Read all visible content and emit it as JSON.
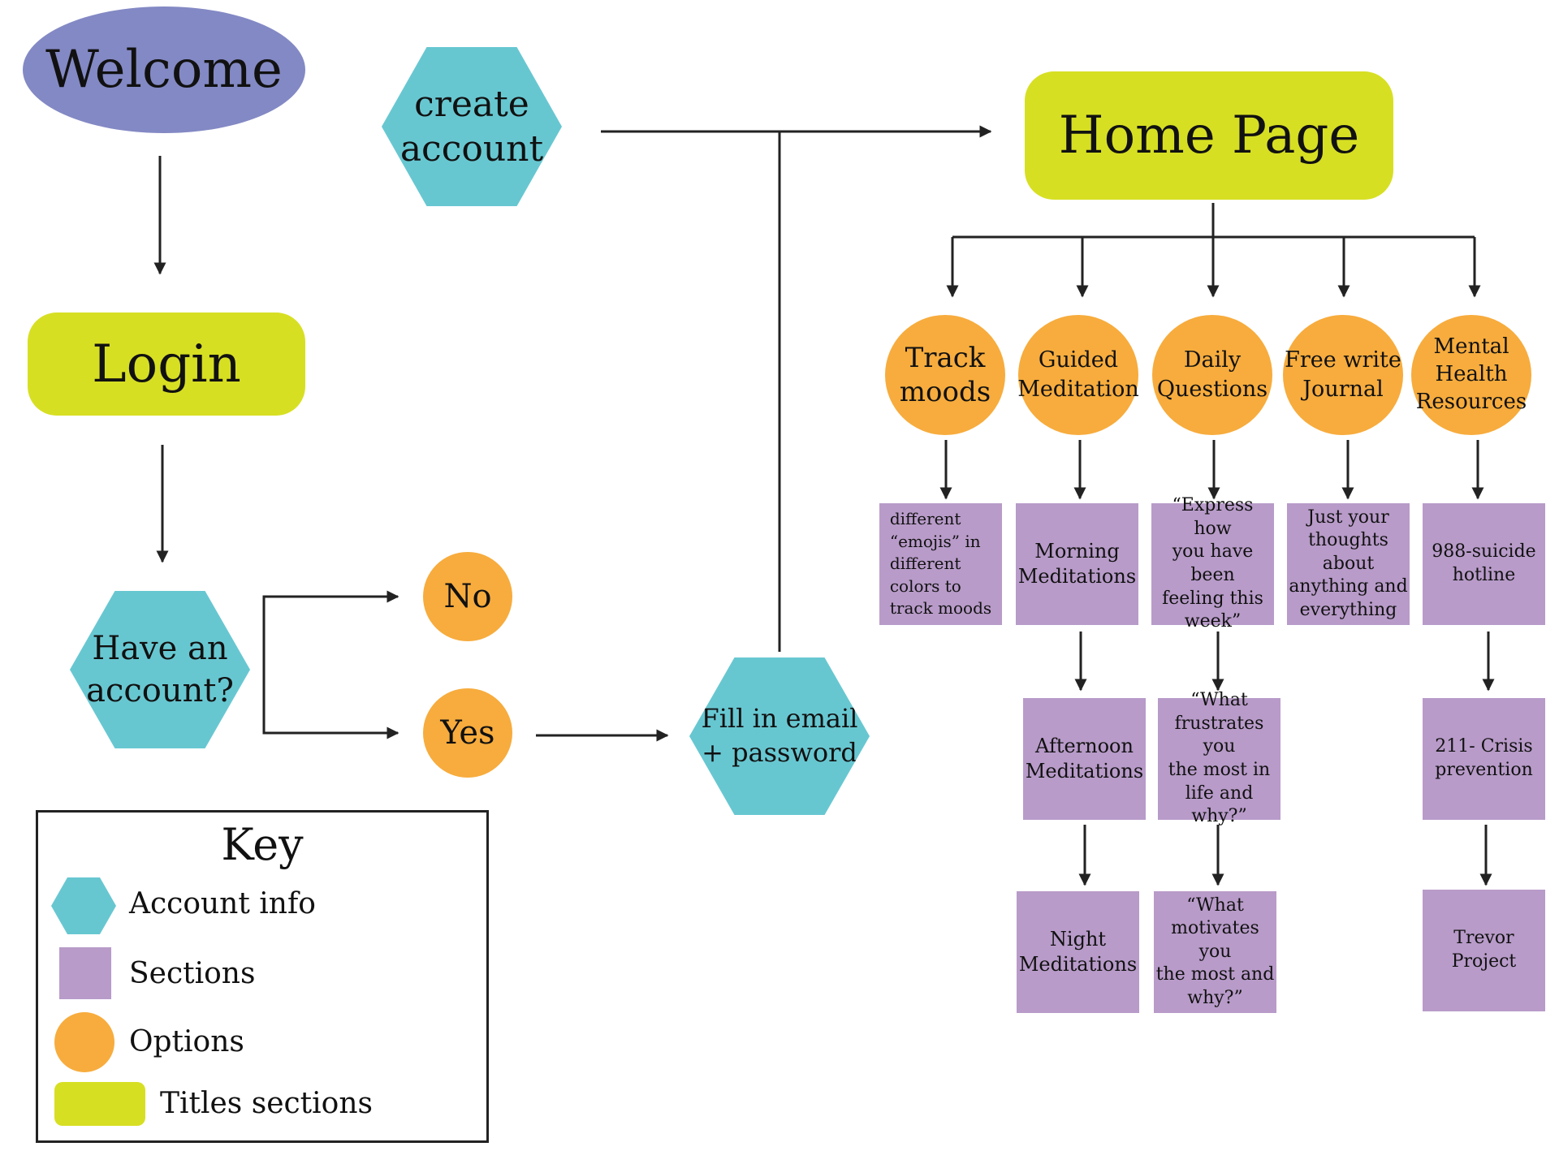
{
  "colors": {
    "account": "#67c7d1",
    "section": "#b89bc9",
    "option": "#f7ac3d",
    "title": "#d7df23",
    "welcome": "#8389c4",
    "line": "#222222"
  },
  "nodes": {
    "welcome": "Welcome",
    "create_account": "create\naccount",
    "home_page": "Home Page",
    "login": "Login",
    "have_account": "Have an\naccount?",
    "no": "No",
    "yes": "Yes",
    "fill_in": "Fill in email\n+ password"
  },
  "options": [
    "Track\nmoods",
    "Guided\nMeditation",
    "Daily\nQuestions",
    "Free write\nJournal",
    "Mental\nHealth\nResources"
  ],
  "sections": {
    "track_moods": [
      "different\n“emojis” in\ndifferent\ncolors to\ntrack moods"
    ],
    "guided_meditation": [
      "Morning\nMeditations",
      "Afternoon\nMeditations",
      "Night\nMeditations"
    ],
    "daily_questions": [
      "“Express how\nyou have been\nfeeling this\nweek”",
      "“What\nfrustrates you\nthe most in\nlife and\nwhy?”",
      "“What\nmotivates you\nthe most and\nwhy?”"
    ],
    "free_write": [
      "Just your\nthoughts\nabout\nanything and\neverything"
    ],
    "mental_health": [
      "988-suicide\nhotline",
      "211- Crisis\nprevention",
      "Trevor\nProject"
    ]
  },
  "key": {
    "title": "Key",
    "items": [
      "Account info",
      "Sections",
      "Options",
      "Titles sections"
    ]
  }
}
